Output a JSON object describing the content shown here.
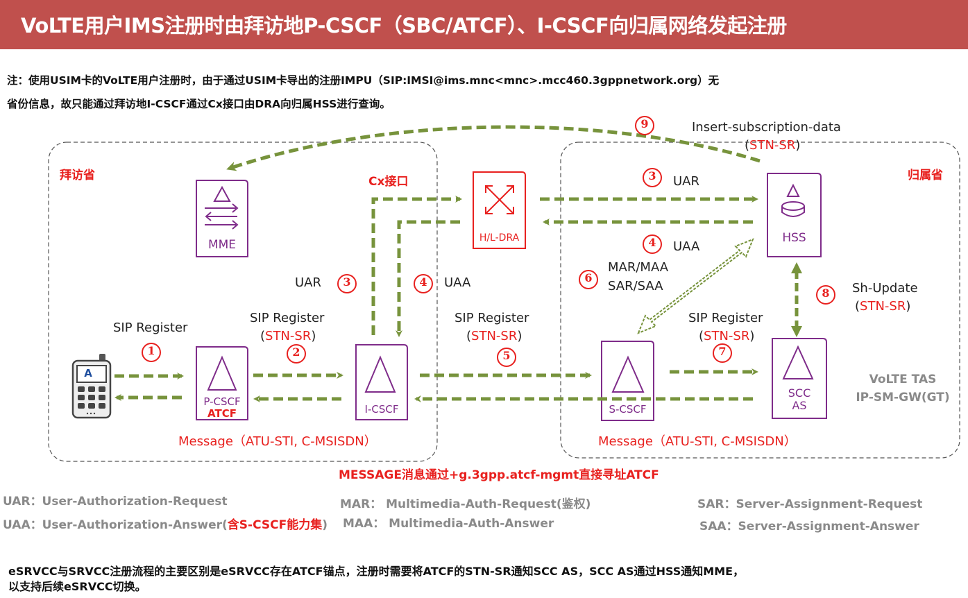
{
  "title": "VoLTE用户IMS注册时由拜访地P-CSCF（SBC/ATCF）、I-CSCF向归属网络发起注册",
  "note": {
    "line1": "注：使用USIM卡的VoLTE用户注册时，由于通过USIM卡导出的注册IMPU（SIP:IMSI@ims.mnc<mnc>.mcc460.3gppnetwork.org）无",
    "line2": "省份信息，故只能通过拜访地I-CSCF通过Cx接口由DRA向归属HSS进行查询。"
  },
  "regions": {
    "visited": "拜访省",
    "home": "归属省"
  },
  "nodes": {
    "ue": "A",
    "mme": "MME",
    "pcscf": "P-CSCF",
    "atcf": "ATCF",
    "icscf": "I-CSCF",
    "dra": "H/L-DRA",
    "hss": "HSS",
    "scscf": "S-CSCF",
    "sccas_line1": "SCC",
    "sccas_line2": "AS"
  },
  "labels": {
    "cx": "Cx接口",
    "sip_register": "SIP Register",
    "stn_sr": "STN-SR",
    "uar": "UAR",
    "uaa": "UAA",
    "mar_maa": "MAR/MAA",
    "sar_saa": "SAR/SAA",
    "sh_update": "Sh-Update",
    "insert_sub": "Insert-subscription-data",
    "message": "Message（ATU-STI, C-MSISDN）",
    "volte_tas": "VoLTE TAS",
    "ipsmgw": "IP-SM-GW(GT)",
    "message_note": "MESSAGE消息通过+g.3gpp.atcf-mgmt直接寻址ATCF"
  },
  "steps": {
    "s1": "1",
    "s2": "2",
    "s3": "3",
    "s4": "4",
    "s5": "5",
    "s6": "6",
    "s7": "7",
    "s8": "8",
    "s9": "9"
  },
  "legend": {
    "uar": "UAR：User-Authorization-Request",
    "uaa_prefix": "UAA：User-Authorization-Answer(",
    "uaa_red": "含S-CSCF能力集",
    "uaa_suffix": ")",
    "mar": "MAR： Multimedia-Auth-Request(鉴权)",
    "maa": "MAA： Multimedia-Auth-Answer",
    "sar": "SAR：Server-Assignment-Request",
    "saa": "SAA：Server-Assignment-Answer"
  },
  "footer": {
    "line1": "eSRVCC与SRVCC注册流程的主要区别是eSRVCC存在ATCF锚点，注册时需要将ATCF的STN-SR通知SCC AS，SCC AS通过HSS通知MME，",
    "line2": "以支持后续eSRVCC切换。"
  },
  "colors": {
    "banner": "#c0504d",
    "arrow": "#77933c",
    "node": "#7f2c8a",
    "dra": "#e8211f",
    "accent": "#e8211f"
  }
}
